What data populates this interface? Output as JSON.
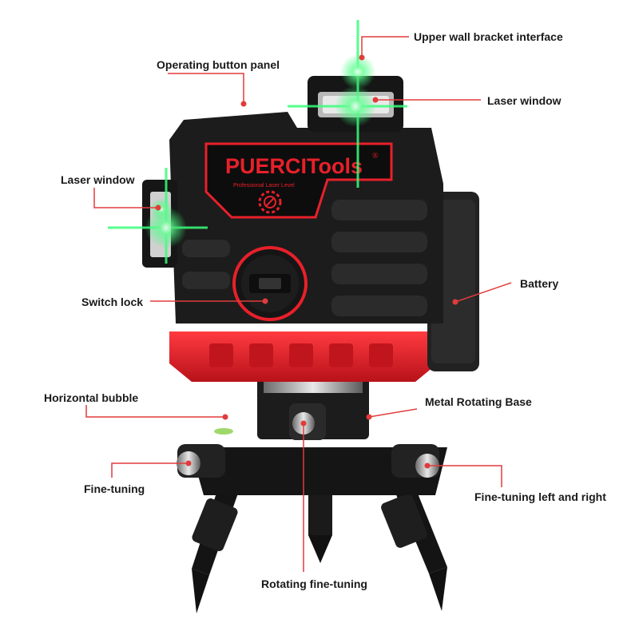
{
  "brand": {
    "name": "PUERCITools",
    "registered_mark": "®",
    "tagline": "Professional Laser Level"
  },
  "labels": {
    "upper_wall_bracket": "Upper wall bracket interface",
    "operating_button_panel": "Operating button panel",
    "laser_window_top": "Laser window",
    "laser_window_left": "Laser window",
    "battery": "Battery",
    "switch_lock": "Switch lock",
    "horizontal_bubble": "Horizontal bubble",
    "metal_rotating_base": "Metal Rotating Base",
    "fine_tuning": "Fine-tuning",
    "fine_tuning_left_right": "Fine-tuning left and right",
    "rotating_fine_tuning": "Rotating fine-tuning"
  },
  "colors": {
    "accent_red": "#e8202a",
    "body_black": "#1c1c1c",
    "laser_green": "#39ff7a",
    "leader_line": "#e23b3b",
    "label_text": "#1a1a1a"
  }
}
